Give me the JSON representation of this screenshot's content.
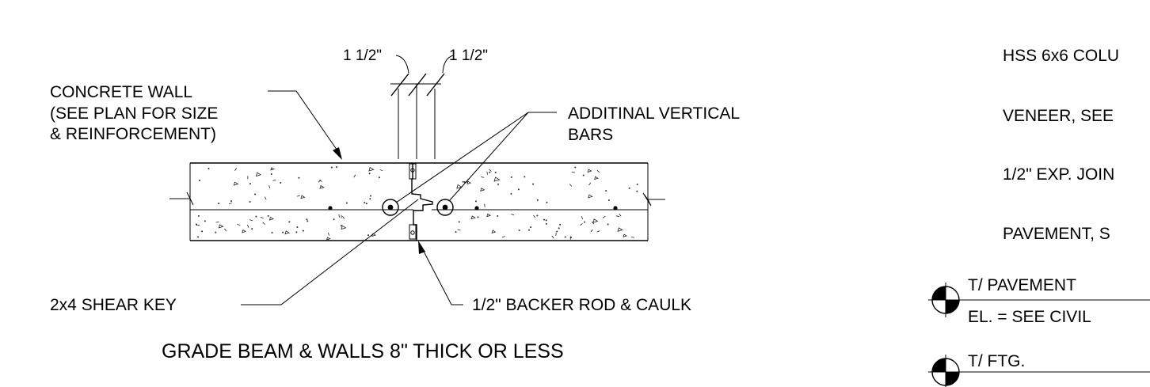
{
  "left_detail": {
    "dim_left": "1 1/2\"",
    "dim_right": "1 1/2\"",
    "wall_label_line1": "CONCRETE WALL",
    "wall_label_line2": "(SEE PLAN FOR SIZE",
    "wall_label_line3": "& REINFORCEMENT)",
    "bars_label_line1": "ADDITINAL VERTICAL",
    "bars_label_line2": "BARS",
    "shear_key_label": "2x4 SHEAR KEY",
    "backer_rod_label": "1/2\" BACKER ROD & CAULK",
    "title": "GRADE BEAM & WALLS 8\" THICK OR LESS"
  },
  "right_detail": {
    "note_1": "HSS 6x6 COLU",
    "note_2": "VENEER, SEE",
    "note_3": "1/2\" EXP. JOIN",
    "note_4": "PAVEMENT, S",
    "pavement_marker_label": "T/ PAVEMENT",
    "pavement_marker_elev": "EL. = SEE CIVIL",
    "footing_marker_label": "T/ FTG."
  }
}
